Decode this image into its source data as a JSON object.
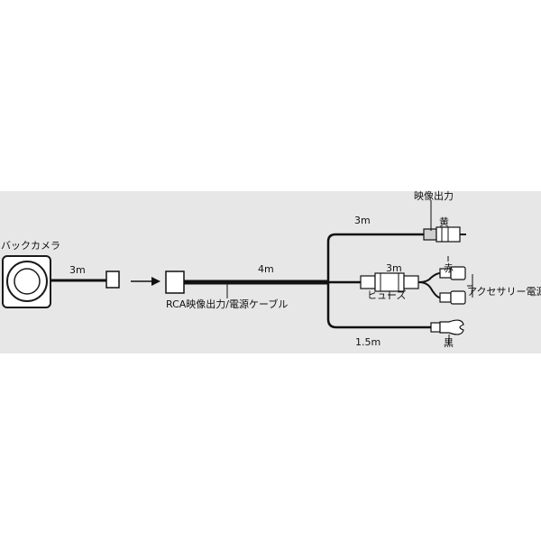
{
  "diagram": {
    "camera_label": "バックカメラ",
    "camera_cable_length": "3m",
    "main_cable_length": "4m",
    "main_cable_label": "RCA映像出力/電源ケーブル",
    "video_cable_length": "3m",
    "video_output_label": "映像出力",
    "video_color_label": "黄",
    "power_cable_length": "3m",
    "fuse_label": "ヒューズ",
    "red_label": "赤",
    "accessory_power_label": "アクセサリー電源",
    "ground_cable_length": "1.5m",
    "black_label": "黒"
  }
}
